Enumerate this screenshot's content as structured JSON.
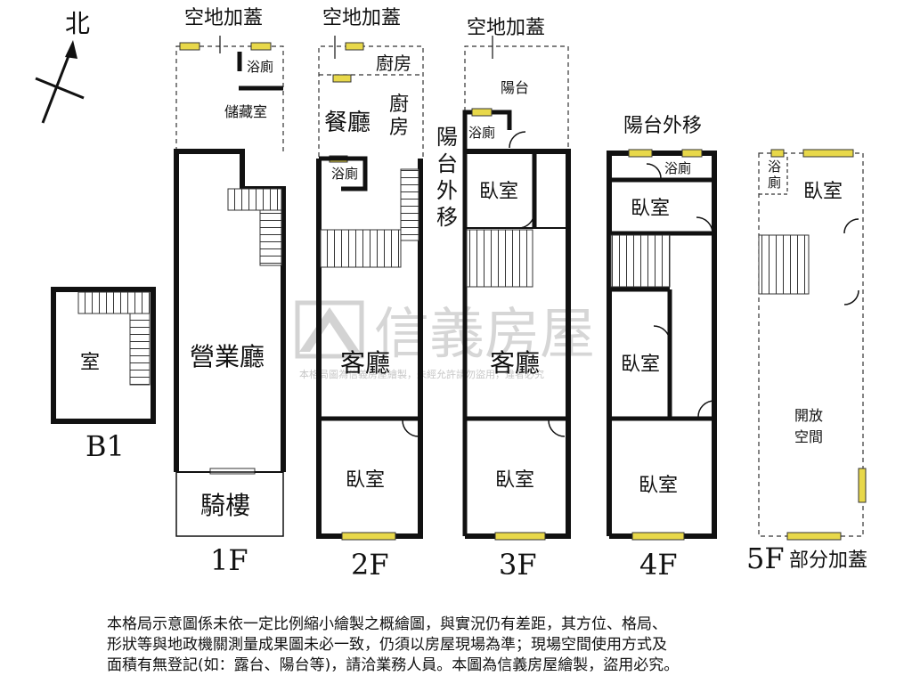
{
  "north": "北",
  "watermark": {
    "brand": "信義房屋",
    "note": "本格局圖為信義房屋繪製，未經允許請勿盜用，違者必究"
  },
  "labels": {
    "b1_room": "室",
    "f1_yard": "空地加蓋",
    "f1_bath": "浴廁",
    "f1_storage": "儲藏室",
    "f1_hall": "營業廳",
    "f1_arcade": "騎樓",
    "f2_yard": "空地加蓋",
    "f2_kitchen": "廚房",
    "f2_dining": "餐廳",
    "f2_kitchen2": "廚房",
    "f2_bath": "浴廁",
    "f2_living": "客廳",
    "f2_bed": "臥室",
    "balcony_shift_v": "陽台外移",
    "f3_yard": "空地加蓋",
    "f3_balcony": "陽台",
    "f3_bath": "浴廁",
    "f3_bed1": "臥室",
    "f3_living": "客廳",
    "f3_bed2": "臥室",
    "f4_balcony_shift": "陽台外移",
    "f4_bath": "浴廁",
    "f4_bed1": "臥室",
    "f4_bed2": "臥室",
    "f4_bed3": "臥室",
    "f5_bath": "浴廁",
    "f5_bed": "臥室",
    "f5_open": "開放空間",
    "f5_extra": "部分加蓋"
  },
  "floors": [
    "B1",
    "1F",
    "2F",
    "3F",
    "4F",
    "5F"
  ],
  "disclaimer": [
    "本格局示意圖係未依一定比例縮小繪製之概繪圖，與實況仍有差距，其方位、格局、",
    "形狀等與地政機關測量成果圖未必一致，仍須以房屋現場為準；現場空間使用方式及",
    "面積有無登記(如：露台、陽台等)，請洽業務人員。本圖為信義房屋繪製，盜用必究。"
  ],
  "colors": {
    "window": "#e8d84a",
    "wall": "#111111",
    "watermark": "#cfcfcf"
  }
}
